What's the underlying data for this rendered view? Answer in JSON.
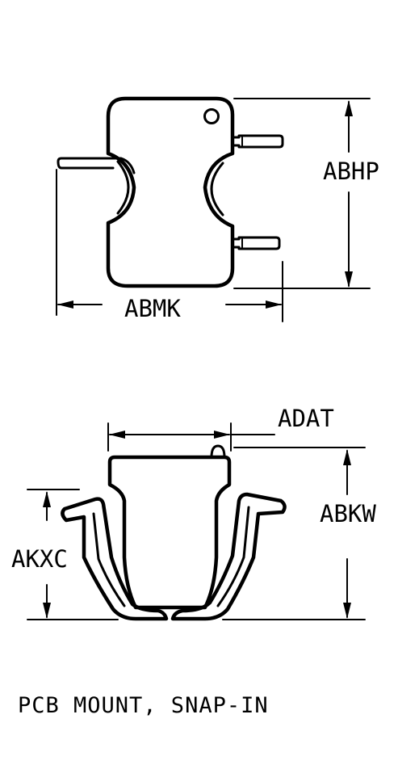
{
  "labels": {
    "top_height": "ABHP",
    "top_width": "ABMK",
    "bottom_top_width": "ADAT",
    "bottom_total_height": "ABKW",
    "bottom_clip_height": "AKXC"
  },
  "caption": "PCB MOUNT, SNAP-IN",
  "colors": {
    "ink": "#000000",
    "paper": "#ffffff"
  }
}
